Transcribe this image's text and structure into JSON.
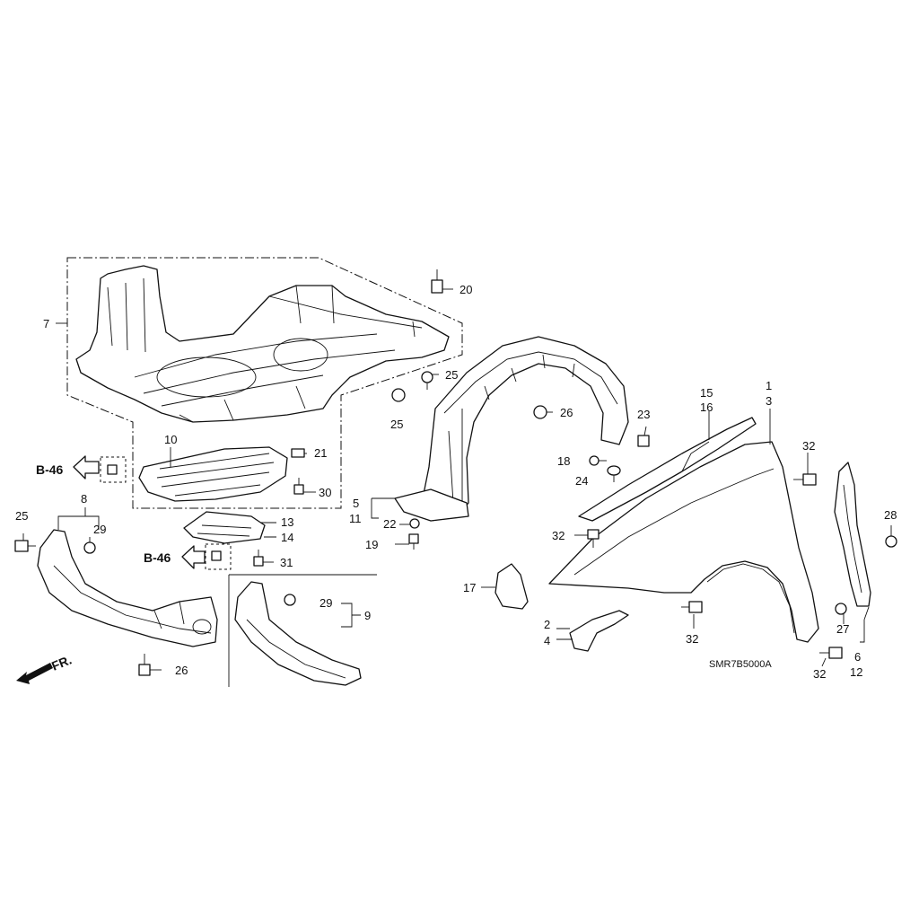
{
  "diagram": {
    "code": "SMR7B5000A",
    "direction_label": "FR.",
    "ref_label_1": "B-46",
    "ref_label_2": "B-46",
    "callouts": {
      "c1": "1",
      "c2": "2",
      "c3": "3",
      "c4": "4",
      "c5": "5",
      "c6": "6",
      "c7": "7",
      "c8": "8",
      "c9": "9",
      "c10": "10",
      "c11": "11",
      "c12": "12",
      "c13": "13",
      "c14": "14",
      "c15": "15",
      "c16": "16",
      "c17": "17",
      "c18": "18",
      "c19": "19",
      "c20": "20",
      "c21": "21",
      "c22": "22",
      "c23": "23",
      "c24": "24",
      "c25a": "25",
      "c25b": "25",
      "c25c": "25",
      "c26a": "26",
      "c26b": "26",
      "c27": "27",
      "c28": "28",
      "c29a": "29",
      "c29b": "29",
      "c30": "30",
      "c31": "31",
      "c32a": "32",
      "c32b": "32",
      "c32c": "32",
      "c32d": "32"
    }
  }
}
